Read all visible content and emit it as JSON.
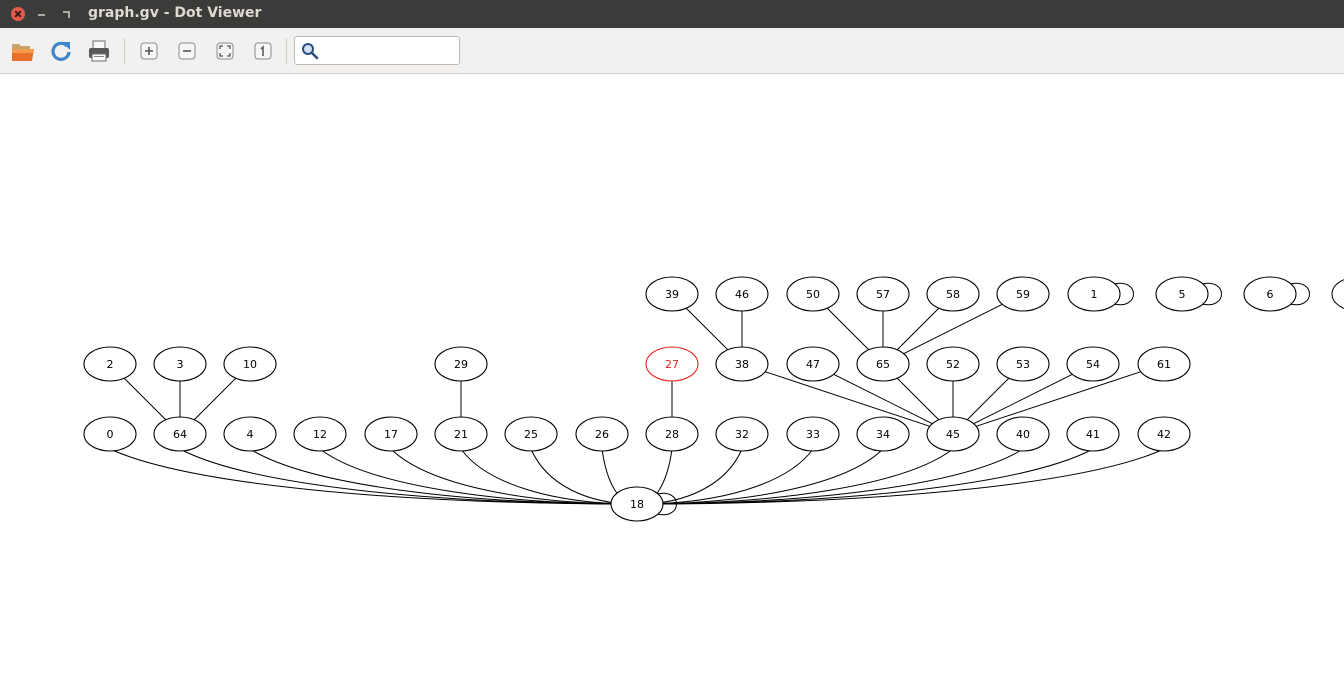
{
  "window": {
    "title": "graph.gv - Dot Viewer"
  },
  "toolbar": {
    "buttons": [
      {
        "name": "open-button",
        "icon": "folder-open-icon"
      },
      {
        "name": "reload-button",
        "icon": "refresh-icon"
      },
      {
        "name": "print-button",
        "icon": "printer-icon"
      },
      {
        "name": "zoom-in-button",
        "icon": "zoom-in-icon"
      },
      {
        "name": "zoom-out-button",
        "icon": "zoom-out-icon"
      },
      {
        "name": "zoom-fit-button",
        "icon": "zoom-fit-icon"
      },
      {
        "name": "zoom-100-button",
        "icon": "zoom-100-icon"
      }
    ],
    "search": {
      "value": "",
      "placeholder": ""
    }
  },
  "graph": {
    "highlight_color": "#e0231b",
    "nodes": [
      "39",
      "46",
      "50",
      "57",
      "58",
      "59",
      "1",
      "5",
      "6",
      "2",
      "3",
      "10",
      "29",
      "27",
      "38",
      "47",
      "65",
      "52",
      "53",
      "54",
      "61",
      "0",
      "64",
      "4",
      "12",
      "17",
      "21",
      "25",
      "26",
      "28",
      "32",
      "33",
      "34",
      "45",
      "40",
      "41",
      "42",
      "18"
    ],
    "highlighted_nodes": [
      "27"
    ],
    "edges": [
      [
        "2",
        "64"
      ],
      [
        "3",
        "64"
      ],
      [
        "10",
        "64"
      ],
      [
        "29",
        "21"
      ],
      [
        "27",
        "28"
      ],
      [
        "39",
        "38"
      ],
      [
        "46",
        "38"
      ],
      [
        "50",
        "65"
      ],
      [
        "57",
        "65"
      ],
      [
        "58",
        "65"
      ],
      [
        "59",
        "65"
      ],
      [
        "38",
        "45"
      ],
      [
        "47",
        "45"
      ],
      [
        "65",
        "45"
      ],
      [
        "52",
        "45"
      ],
      [
        "53",
        "45"
      ],
      [
        "54",
        "45"
      ],
      [
        "61",
        "45"
      ],
      [
        "0",
        "18"
      ],
      [
        "64",
        "18"
      ],
      [
        "4",
        "18"
      ],
      [
        "12",
        "18"
      ],
      [
        "17",
        "18"
      ],
      [
        "21",
        "18"
      ],
      [
        "25",
        "18"
      ],
      [
        "26",
        "18"
      ],
      [
        "28",
        "18"
      ],
      [
        "32",
        "18"
      ],
      [
        "33",
        "18"
      ],
      [
        "34",
        "18"
      ],
      [
        "45",
        "18"
      ],
      [
        "40",
        "18"
      ],
      [
        "41",
        "18"
      ],
      [
        "42",
        "18"
      ]
    ],
    "self_loops": [
      "18",
      "1",
      "5",
      "6"
    ]
  }
}
